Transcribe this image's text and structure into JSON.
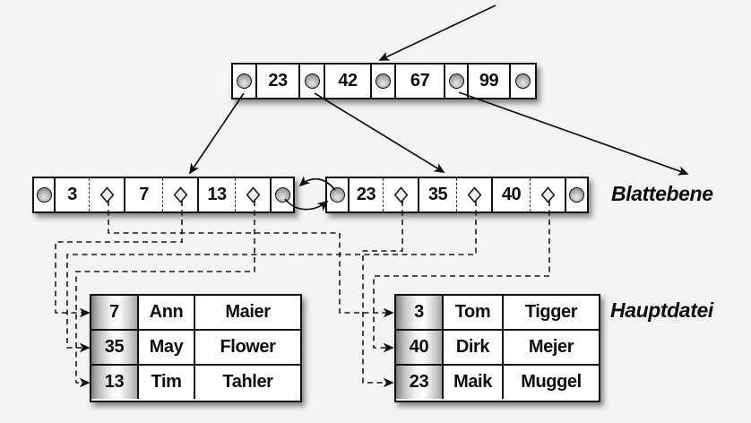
{
  "colors": {
    "background": "#f3f3f3",
    "line": "#111111",
    "cell_background": "#ffffff",
    "key_column_gradient": [
      "#7f7f7f",
      "#ffffff",
      "#a6a6a6"
    ]
  },
  "icons": {
    "pointer": "gray-sphere-circle",
    "record_pointer": "diamond-outline",
    "link": "solid-arrow",
    "record_link": "dashed-arrow"
  },
  "root_node": {
    "keys": [
      "23",
      "42",
      "67",
      "99"
    ]
  },
  "leaf_level": {
    "label": "Blattebene",
    "nodes": [
      {
        "keys": [
          "3",
          "7",
          "13"
        ]
      },
      {
        "keys": [
          "23",
          "35",
          "40"
        ]
      }
    ]
  },
  "main_file": {
    "label": "Hauptdatei",
    "tables": [
      {
        "rows": [
          [
            "7",
            "Ann",
            "Maier"
          ],
          [
            "35",
            "May",
            "Flower"
          ],
          [
            "13",
            "Tim",
            "Tahler"
          ]
        ]
      },
      {
        "rows": [
          [
            "3",
            "Tom",
            "Tigger"
          ],
          [
            "40",
            "Dirk",
            "Mejer"
          ],
          [
            "23",
            "Maik",
            "Muggel"
          ]
        ]
      }
    ]
  }
}
